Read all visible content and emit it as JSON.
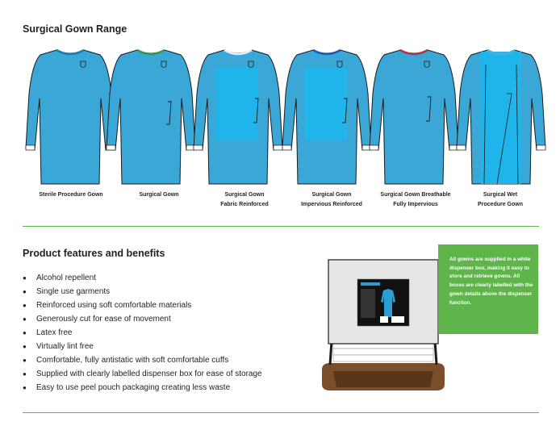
{
  "range": {
    "title": "Surgical Gown Range",
    "gowns": [
      {
        "line1": "Sterile Procedure Gown",
        "line2": "",
        "collar": "#1a7fb0"
      },
      {
        "line1": "Surgical Gown",
        "line2": "",
        "collar": "#2e9a4a"
      },
      {
        "line1": "Surgical Gown",
        "line2": "Fabric Reinforced",
        "collar": "#e8eef2"
      },
      {
        "line1": "Surgical Gown",
        "line2": "Impervious Reinforced",
        "collar": "#1a5cb8"
      },
      {
        "line1": "Surgical Gown Breathable",
        "line2": "Fully Impervious",
        "collar": "#b0344a"
      },
      {
        "line1": "Surgical Wet",
        "line2": "Procedure Gown",
        "collar": "#4fb0e0"
      }
    ]
  },
  "features": {
    "title": "Product features and benefits",
    "bullet": "●",
    "items": [
      "Alcohol repellent",
      "Single use garments",
      "Reinforced using soft comfortable materials",
      "Generously cut for ease of movement",
      "Latex free",
      "Virtually lint free",
      "Comfortable, fully antistatic with soft comfortable cuffs",
      "Supplied with clearly labelled dispenser box for ease of storage",
      "Easy to use peel pouch packaging creating less waste"
    ]
  },
  "callout": {
    "text": "All gowns are supplied in a white dispenser box, making it easy to store and retrieve gowns. All boxes are clearly labelled with the gown details above the dispenser function."
  },
  "colors": {
    "gown_fill": "#3aa7d6",
    "gown_stroke": "#1b1b1b",
    "reinforce_fill": "#1fb5ea",
    "accent_green": "#5fb44a"
  }
}
